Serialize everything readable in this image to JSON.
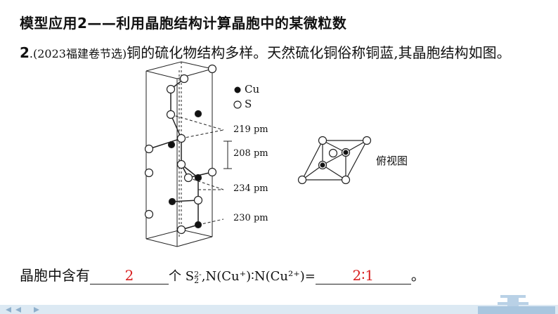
{
  "heading": "模型应用2——利用晶胞结构计算晶胞中的某微粒数",
  "question": {
    "number": "2",
    "source": ".(2023福建卷节选)",
    "text": "铜的硫化物结构多样。天然硫化铜俗称铜蓝,其晶胞结构如图。"
  },
  "figure": {
    "legend": [
      {
        "symbol": "filled-circle",
        "label": "Cu"
      },
      {
        "symbol": "open-circle",
        "label": "S"
      }
    ],
    "dimensions": [
      "219 pm",
      "208 pm",
      "234 pm",
      "230 pm"
    ],
    "top_view_label": "俯视图"
  },
  "answer": {
    "prefix": "晶胞中含有",
    "blank1": "2",
    "middle": "个 S",
    "s2_sup": "2-",
    "s2_sub": "2",
    "ratio_text": ",N(Cu⁺)∶N(Cu²⁺)=",
    "blank2": "2∶1",
    "suffix": "。"
  },
  "colors": {
    "answer": "#d81e1e",
    "ink": "#111111"
  }
}
